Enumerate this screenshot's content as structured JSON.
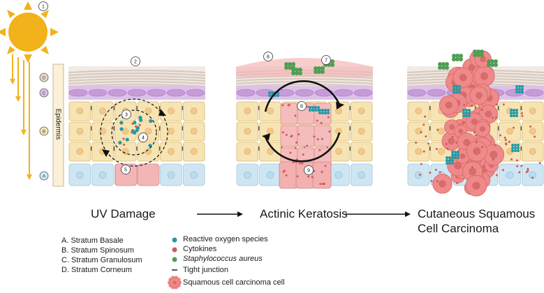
{
  "figure": {
    "markers": [
      "1",
      "2",
      "3",
      "4",
      "5",
      "6",
      "7",
      "8",
      "9"
    ],
    "layer_markers": [
      "D",
      "C",
      "B",
      "A"
    ],
    "epidermis_label": "Epidermis",
    "colors": {
      "corneum": "#e6d9cf",
      "granulosum": "#dcc3e6",
      "spinosum": "#f6e4b5",
      "basale": "#cfe6f2",
      "sun": "#f2b21b",
      "ros": "#1f9aa8",
      "cytokine": "#cf5a5a",
      "staph": "#4f9e55",
      "scc_cell": "#ef8a8a"
    }
  },
  "stages": [
    {
      "title": "UV Damage"
    },
    {
      "title": "Actinic Keratosis"
    },
    {
      "title": "Cutaneous Squamous",
      "title2": "Cell Carcinoma"
    }
  ],
  "layers_legend": [
    "A. Stratum Basale",
    "B. Stratum Spinosum",
    "C. Stratum Granulosum",
    "D. Stratum Corneum"
  ],
  "symbols_legend": [
    {
      "label": "Reactive oxygen species",
      "icon": "teal-dot"
    },
    {
      "label": "Cytokines",
      "icon": "red-dot"
    },
    {
      "label": "Staphylococcus aureus",
      "icon": "green-dot",
      "italic": true
    },
    {
      "label": "Tight junction",
      "icon": "dash"
    },
    {
      "label": "Squamous cell carcinoma cell",
      "icon": "scc-cell"
    }
  ]
}
